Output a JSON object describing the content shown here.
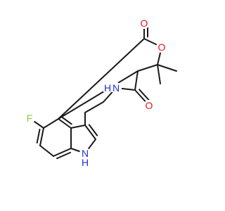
{
  "molecule": {
    "atom_labels": {
      "ring_oxygen": "O",
      "carbonyl_oxygen_lactone": "O",
      "amide_oxygen": "O",
      "amide_nitrogen": "N",
      "amide_hydrogen": "H",
      "fluorine": "F",
      "indole_nitrogen": "N",
      "indole_hydrogen": "H"
    },
    "colors": {
      "bond": "#1a1a1a",
      "oxygen": "#e8141b",
      "nitrogen": "#1f2fd6",
      "fluorine": "#8ccc3c",
      "background": "#ffffff"
    }
  }
}
